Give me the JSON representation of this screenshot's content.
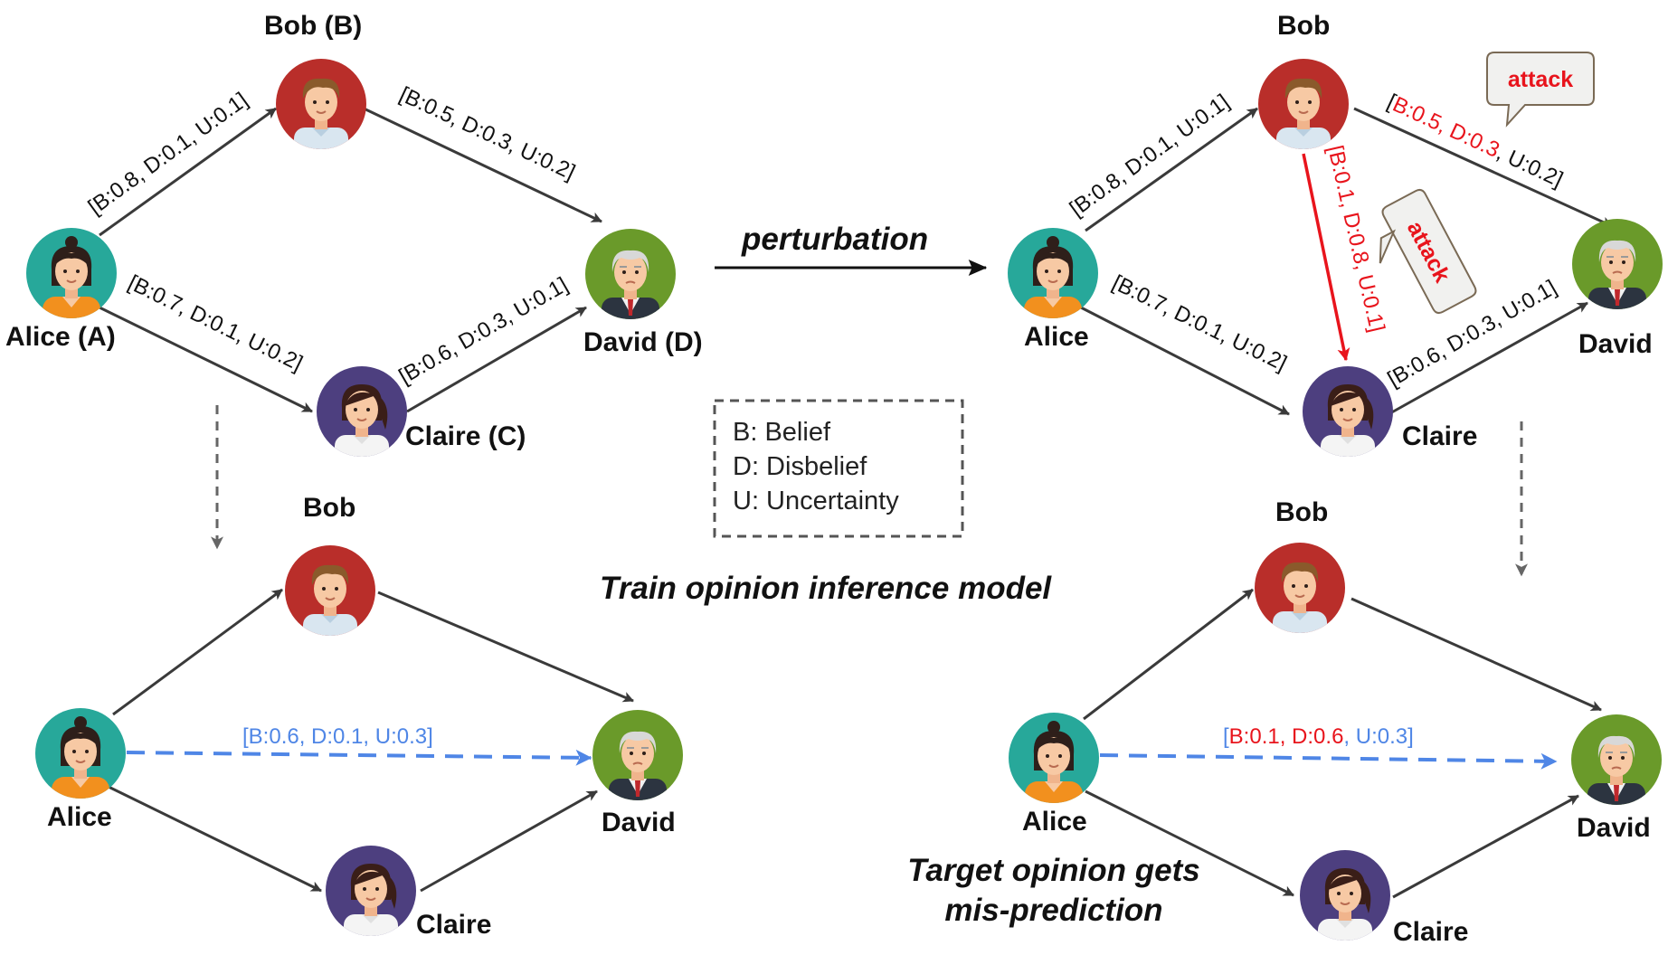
{
  "colors": {
    "edge": "#3a3a3a",
    "attack": "#e8141c",
    "predicted": "#4f86e6",
    "alice_bg": "#27a89a",
    "bob_bg": "#b92e2a",
    "claire_bg": "#4d3f7f",
    "david_bg": "#6a9a2a"
  },
  "icons": {
    "alice": "female-avatar-icon",
    "bob": "male-avatar-icon",
    "claire": "female-ponytail-avatar-icon",
    "david": "elderly-man-avatar-icon"
  },
  "graph_tl": {
    "alice": "Alice (A)",
    "bob": "Bob (B)",
    "claire": "Claire (C)",
    "david": "David (D)",
    "edge_ab": "[B:0.8, D:0.1, U:0.1]",
    "edge_bd": "[B:0.5, D:0.3, U:0.2]",
    "edge_ac": "[B:0.7, D:0.1, U:0.2]",
    "edge_cd": "[B:0.6, D:0.3, U:0.1]"
  },
  "graph_tr": {
    "alice": "Alice",
    "bob": "Bob",
    "claire": "Claire",
    "david": "David",
    "edge_ab": "[B:0.8, D:0.1, U:0.1]",
    "edge_bd_open": "[",
    "edge_bd_attacked": "B:0.5, D:0.3",
    "edge_bd_rest": ", U:0.2]",
    "edge_bc": "[B:0.1, D:0.8, U:0.1]",
    "edge_ac": "[B:0.7, D:0.1, U:0.2]",
    "edge_cd": "[B:0.6, D:0.3, U:0.1]",
    "attack_1": "attack",
    "attack_2": "attack"
  },
  "graph_bl": {
    "alice": "Alice",
    "bob": "Bob",
    "claire": "Claire",
    "david": "David",
    "edge_ad": "[B:0.6, D:0.1, U:0.3]"
  },
  "graph_br": {
    "alice": "Alice",
    "bob": "Bob",
    "claire": "Claire",
    "david": "David",
    "edge_ad_open": "[",
    "edge_ad_attacked": "B:0.1, D:0.6",
    "edge_ad_rest": ", U:0.3]"
  },
  "perturbation": "perturbation",
  "legend": {
    "b": "B: Belief",
    "d": "D: Disbelief",
    "u": "U: Uncertainty"
  },
  "train_label": "Train opinion inference model",
  "target_label_1": "Target opinion gets",
  "target_label_2": "mis-prediction"
}
